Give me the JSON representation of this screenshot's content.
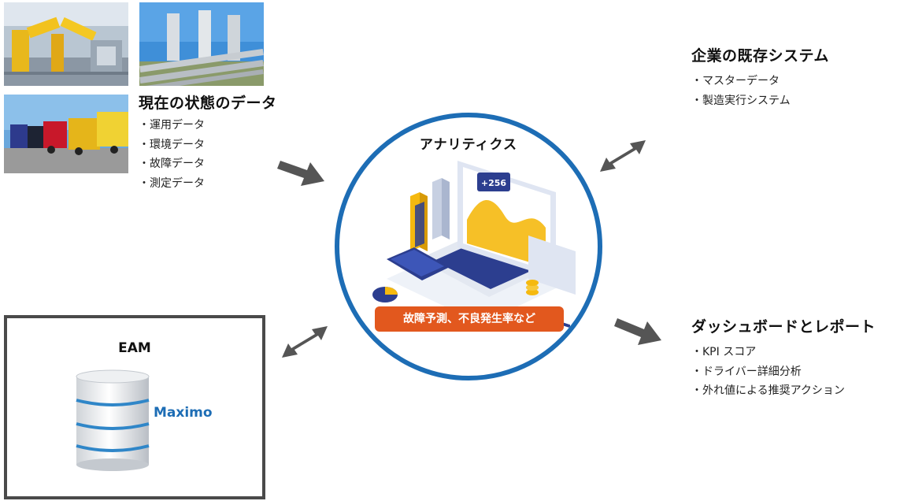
{
  "current_data": {
    "title": "現在の状態のデータ",
    "items": [
      "運用データ",
      "環境データ",
      "故障データ",
      "測定データ"
    ]
  },
  "existing_systems": {
    "title": "企業の既存システム",
    "items": [
      "マスターデータ",
      "製造実行システム"
    ]
  },
  "dashboard": {
    "title": "ダッシュボードとレポート",
    "items": [
      "KPI スコア",
      "ドライバー詳細分析",
      "外れ値による推奨アクション"
    ]
  },
  "analytics": {
    "title": "アナリティクス",
    "pill": "故障予測、不良発生率など",
    "illustration_value": "+256"
  },
  "eam": {
    "title": "EAM",
    "product": "Maximo"
  },
  "colors": {
    "circle_border": "#1d6db5",
    "pill": "#e2581e",
    "arrow": "#555555",
    "maximo_text": "#1d6db5",
    "eam_border": "#4a4a4a"
  },
  "photos": [
    "industrial-robot-photo",
    "pipeline-plant-photo",
    "trucks-photo"
  ]
}
